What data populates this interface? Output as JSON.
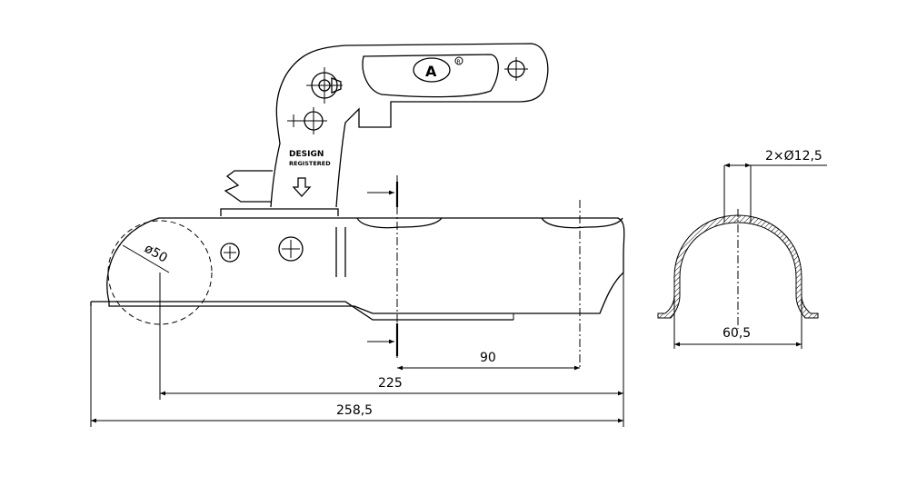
{
  "dimensions": {
    "length_overall": "258,5",
    "length_ball_center": "225",
    "hole_spacing": "90",
    "ball_diameter": "ø50",
    "tube_width": "60,5",
    "hole_callout": "2×Ø12,5"
  },
  "label": {
    "design": "DESIGN",
    "registered": "REGISTERED"
  },
  "logo": {
    "text": "A",
    "trademark": "R"
  }
}
